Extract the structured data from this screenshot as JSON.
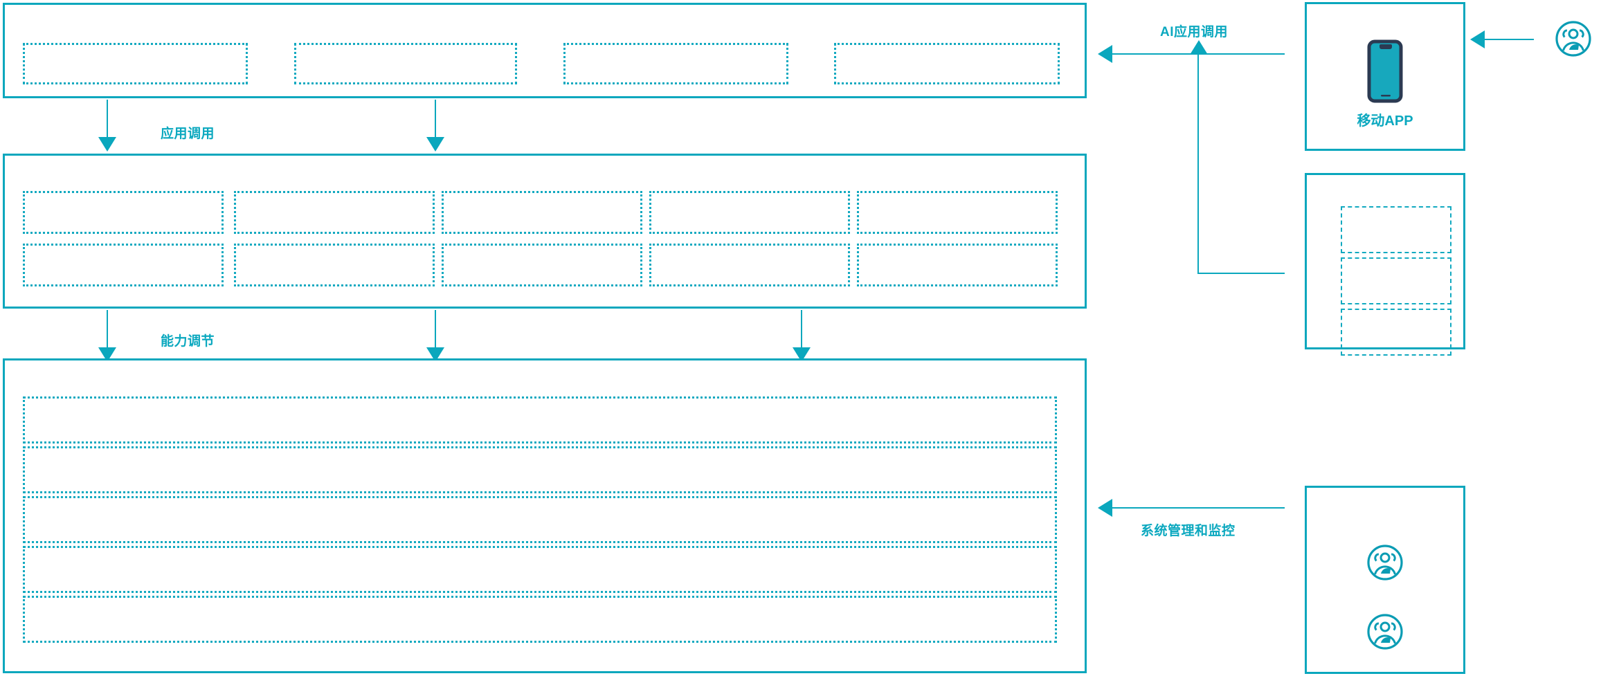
{
  "theme": {
    "accent": "#0aa7bd",
    "accent_text": "#0ba8bf",
    "dash_border": "#12a9c0",
    "icon_dark": "#2b3a52",
    "background": "#ffffff"
  },
  "diagram": {
    "title": "",
    "layers": [
      {
        "id": "application-layer",
        "name": "application-layer",
        "boxes": [
          {
            "id": "app-box-1",
            "label": ""
          },
          {
            "id": "app-box-2",
            "label": ""
          },
          {
            "id": "app-box-3",
            "label": ""
          },
          {
            "id": "app-box-4",
            "label": ""
          }
        ]
      },
      {
        "id": "capability-layer",
        "name": "capability-layer",
        "columns": [
          {
            "id": "cap-col-1",
            "cells": [
              {
                "id": "cap-1-1",
                "label": ""
              },
              {
                "id": "cap-1-2",
                "label": ""
              }
            ]
          },
          {
            "id": "cap-col-2",
            "cells": [
              {
                "id": "cap-2-1",
                "label": ""
              },
              {
                "id": "cap-2-2",
                "label": ""
              }
            ]
          },
          {
            "id": "cap-col-3",
            "cells": [
              {
                "id": "cap-3-1",
                "label": ""
              },
              {
                "id": "cap-3-2",
                "label": ""
              }
            ]
          },
          {
            "id": "cap-col-4",
            "cells": [
              {
                "id": "cap-4-1",
                "label": ""
              },
              {
                "id": "cap-4-2",
                "label": ""
              }
            ]
          },
          {
            "id": "cap-col-5",
            "cells": [
              {
                "id": "cap-5-1",
                "label": ""
              },
              {
                "id": "cap-5-2",
                "label": ""
              }
            ]
          }
        ]
      },
      {
        "id": "platform-layer",
        "name": "platform-layer",
        "rows": [
          {
            "id": "platform-row-1",
            "label": ""
          },
          {
            "id": "platform-row-2",
            "label": ""
          },
          {
            "id": "platform-row-3",
            "label": ""
          },
          {
            "id": "platform-row-4",
            "label": ""
          },
          {
            "id": "platform-row-5",
            "label": ""
          }
        ]
      }
    ],
    "connector_labels": {
      "app_invoke": "应用调用",
      "capability_invoke": "能力调节",
      "ai_app_invoke": "AI应用调用",
      "system_admin_monitor": "系统管理和监控"
    },
    "right_panels": [
      {
        "id": "mobile-app-panel",
        "name": "mobile-app-panel",
        "caption": "移动APP",
        "icon": "mobile-phone-icon"
      },
      {
        "id": "channel-panel",
        "name": "channel-panel",
        "caption": "",
        "items": [
          {
            "id": "channel-item-1",
            "label": ""
          },
          {
            "id": "channel-item-2",
            "label": ""
          },
          {
            "id": "channel-item-3",
            "label": ""
          }
        ]
      },
      {
        "id": "operations-panel",
        "name": "operations-panel",
        "caption": "",
        "icons": [
          {
            "id": "ops-user-icon-1",
            "icon": "users-group-icon"
          },
          {
            "id": "ops-user-icon-2",
            "icon": "users-group-icon"
          }
        ]
      }
    ],
    "external_actor": {
      "id": "external-user",
      "icon": "users-group-icon",
      "label": ""
    }
  }
}
